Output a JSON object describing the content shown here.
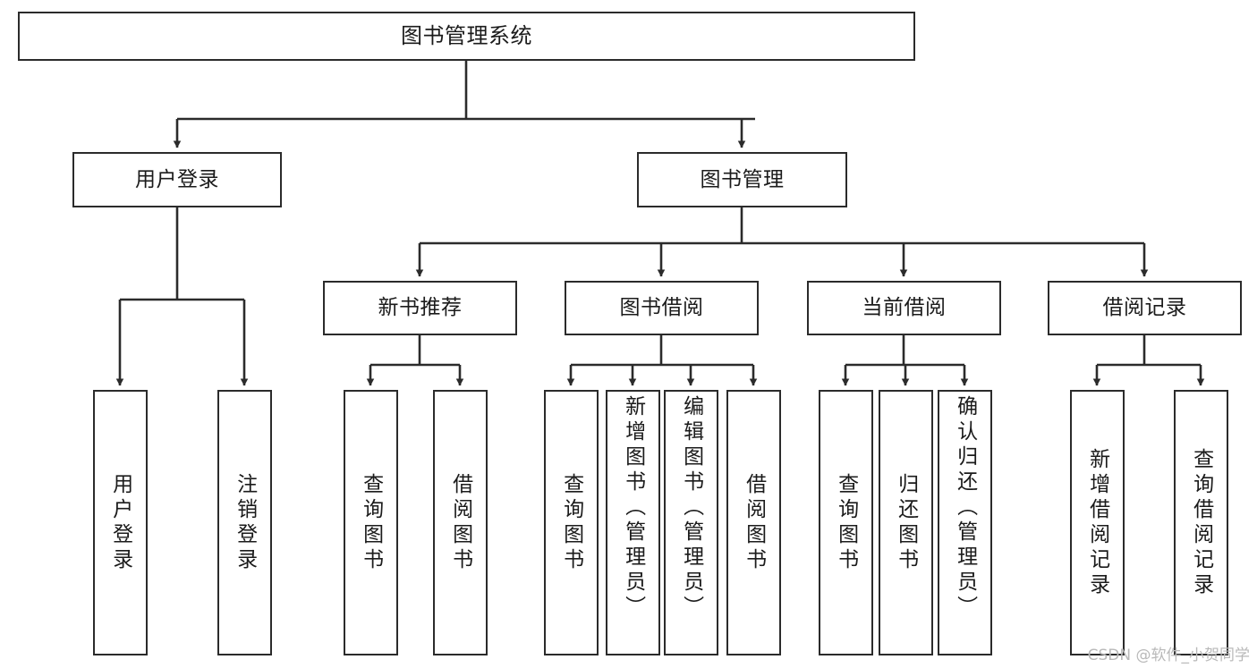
{
  "diagram": {
    "type": "tree-hierarchy-chart",
    "title": "图书管理系统",
    "stroke_color": "#2b2b2b",
    "background_color": "#ffffff",
    "watermark": "CSDN @软件_小贺同学",
    "nodes": {
      "root": {
        "label": "图书管理系统"
      },
      "level2": [
        {
          "id": "user-login",
          "label": "用户登录"
        },
        {
          "id": "book-management",
          "label": "图书管理"
        }
      ],
      "level3": [
        {
          "id": "new-book-recommend",
          "label": "新书推荐"
        },
        {
          "id": "book-borrow",
          "label": "图书借阅"
        },
        {
          "id": "current-borrow",
          "label": "当前借阅"
        },
        {
          "id": "borrow-record",
          "label": "借阅记录"
        }
      ],
      "leaves": {
        "user-login": [
          {
            "id": "leaf-user-login",
            "label": "用户登录"
          },
          {
            "id": "leaf-user-logout",
            "label": "注销登录"
          }
        ],
        "new-book-recommend": [
          {
            "id": "leaf-query-book-1",
            "label": "查询图书"
          },
          {
            "id": "leaf-borrow-book-1",
            "label": "借阅图书"
          }
        ],
        "book-borrow": [
          {
            "id": "leaf-query-book-2",
            "label": "查询图书"
          },
          {
            "id": "leaf-add-book",
            "label": "新增图书（管理员）"
          },
          {
            "id": "leaf-edit-book",
            "label": "编辑图书（管理员）"
          },
          {
            "id": "leaf-borrow-book-2",
            "label": "借阅图书"
          }
        ],
        "current-borrow": [
          {
            "id": "leaf-query-book-3",
            "label": "查询图书"
          },
          {
            "id": "leaf-return-book",
            "label": "归还图书"
          },
          {
            "id": "leaf-confirm-return",
            "label": "确认归还（管理员）"
          }
        ],
        "borrow-record": [
          {
            "id": "leaf-add-record",
            "label": "新增借阅记录"
          },
          {
            "id": "leaf-query-record",
            "label": "查询借阅记录"
          }
        ]
      }
    }
  }
}
